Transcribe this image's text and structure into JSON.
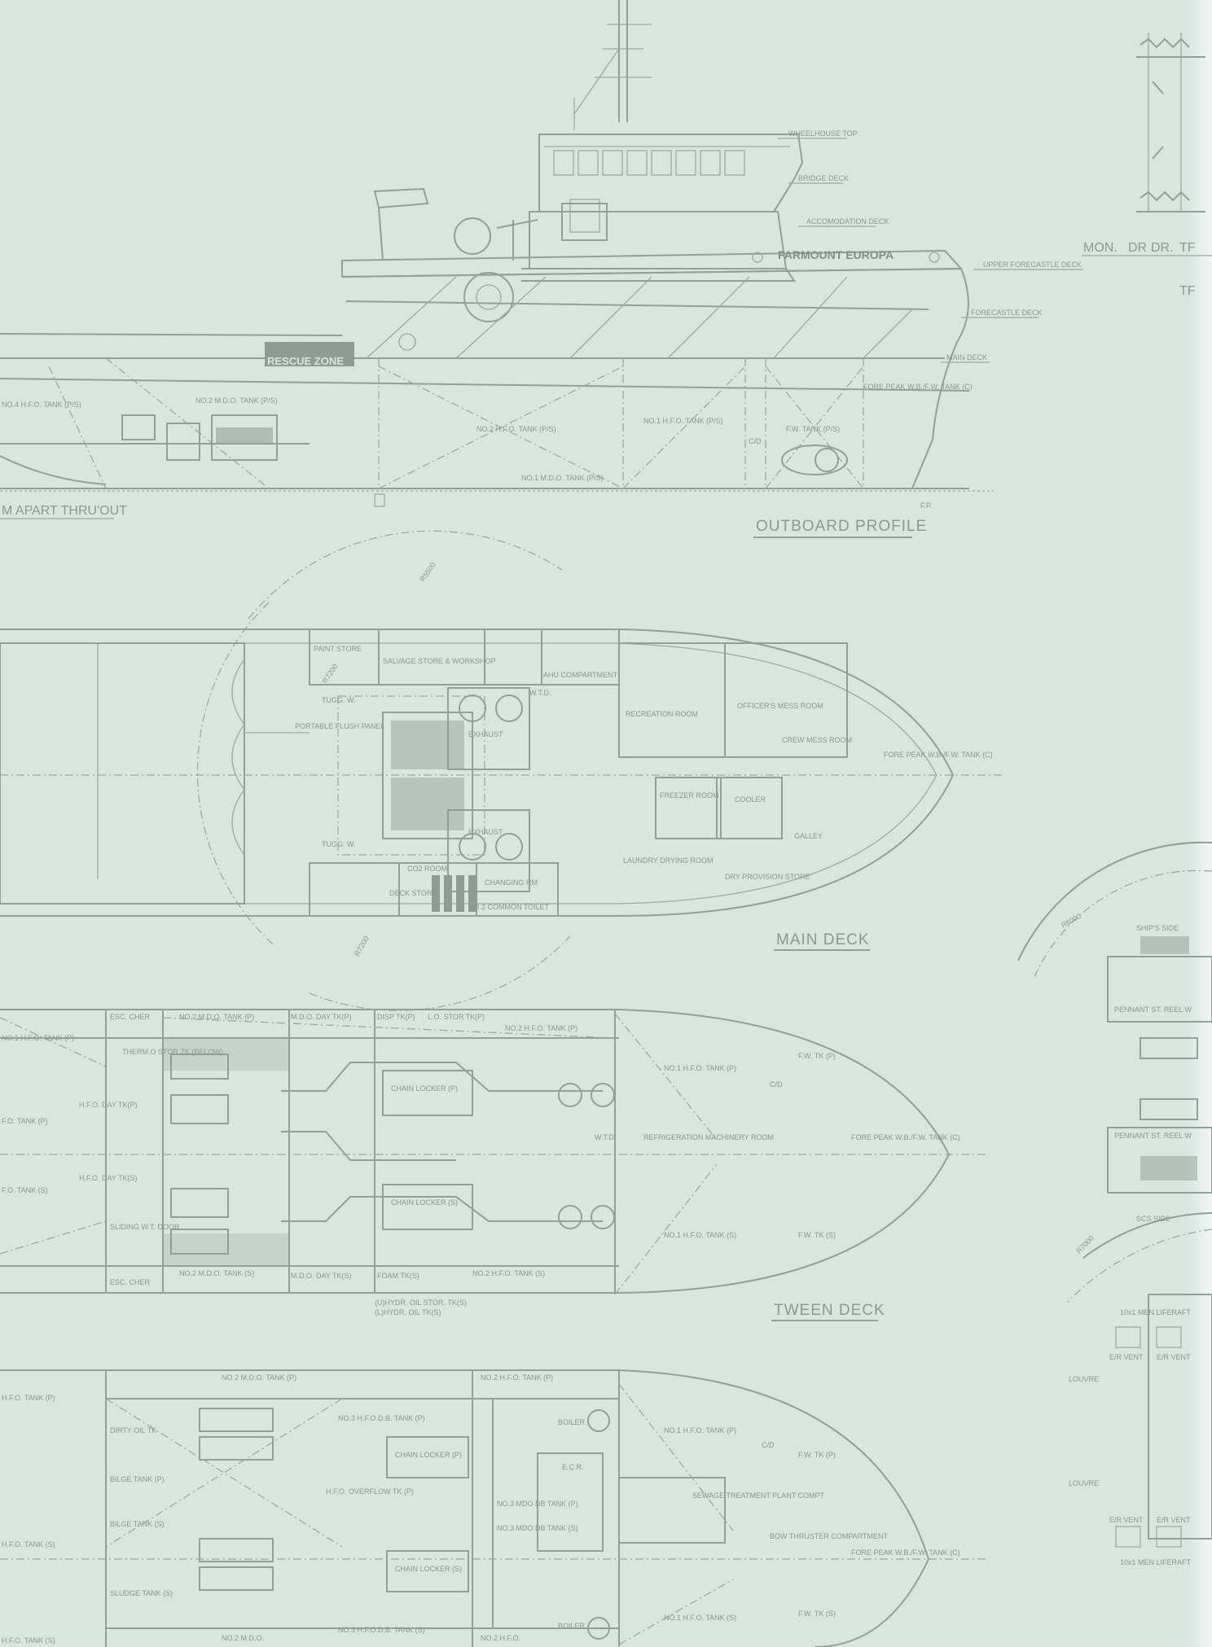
{
  "colors": {
    "paper": "#d7e7e0",
    "ink": "#8fa198"
  },
  "outboard_profile": {
    "title": "OUTBOARD PROFILE",
    "fp_label": "F.P.",
    "spacing_note": "M APART THRU'OUT",
    "vessel_name": "FARMOUNT EUROPA",
    "rescue_zone": "RESCUE ZONE",
    "deck_levels": [
      "WHEELHOUSE TOP",
      "BRIDGE DECK",
      "ACCOMODATION DECK",
      "UPPER FORECASTLE DECK",
      "FORECASTLE DECK",
      "MAIN DECK"
    ],
    "tanks": [
      "NO.4 H.F.O. TANK (P/S)",
      "NO.2 M.D.O. TANK (P/S)",
      "NO.2 H.F.O. TANK (P/S)",
      "NO.1 H.F.O. TANK (P/S)",
      "F.W. TANK (P/S)",
      "FORE PEAK W.B./F.W. TANK (C)",
      "NO.1 M.D.O. TANK (P/S)",
      "C/D"
    ]
  },
  "main_deck": {
    "title": "MAIN DECK",
    "radii": [
      "R7200",
      "R5500",
      "R7200"
    ],
    "rooms": [
      "PAINT STORE",
      "SALVAGE STORE & WORKSHOP",
      "AHU COMPARTMENT",
      "TUGG. W.",
      "PORTABLE FLUSH PANEL",
      "TUGG. W.",
      "W.T.D.",
      "EXHAUST",
      "EXHAUST",
      "RECREATION ROOM",
      "OFFICER'S MESS ROOM",
      "CREW MESS ROOM",
      "FREEZER ROOM",
      "COOLER",
      "GALLEY",
      "LAUNDRY DRYING ROOM",
      "DRY PROVISION STORE",
      "CO2 ROOM",
      "DECK STORE",
      "CHANGING RM",
      "NO.2 COMMON TOILET",
      "FORE PEAK W.B./F.W. TANK (C)"
    ]
  },
  "tween_deck": {
    "title": "TWEEN DECK",
    "rooms": [
      "ESC. CHER",
      "NO.2 M.D.O. TANK (P)",
      "M.D.O. DAY TK(P)",
      "DISP TK(P)",
      "L.O. STOR TK(P)",
      "NO.2 H.F.O. TANK (P)",
      "NO.1 H.F.O. TANK (P)",
      "THERM.O STOR.TK (BELOW)",
      "H.F.O. DAY TK(P)",
      "H.F.O. DAY TK(S)",
      "F.O. TANK (P)",
      "F.O. TANK (S)",
      "CHAIN LOCKER (P)",
      "CHAIN LOCKER (S)",
      "SLIDING W.T. DOOR",
      "ESC. CHER",
      "NO.2 M.D.O. TANK (S)",
      "M.D.O. DAY TK(S)",
      "FOAM TK(S)",
      "NO.2 H.F.O. TANK (S)",
      "(U)HYDR. OIL STOR. TK(S)",
      "(L)HYDR. OIL TK(S)",
      "NO.1 H.F.O. TANK (P)",
      "NO.1 H.F.O. TANK (S)",
      "F.W. TK (P)",
      "F.W. TK (S)",
      "REFRIGERATION MACHINERY ROOM",
      "FORE PEAK W.B./F.W. TANK (C)",
      "C/D",
      "W.T.D."
    ]
  },
  "lower_deck": {
    "rooms": [
      "NO.2 M.D.O. TANK (P)",
      "NO.2 H.F.O. TANK (P)",
      "H.F.O. TANK (P)",
      "DIRTY OIL TK",
      "BILGE TANK (P)",
      "BILGE TANK (S)",
      "SLUDGE TANK (S)",
      "NO.3 H.F.O.D.B. TANK (P)",
      "NO.3 H.F.O.D.B. TANK (S)",
      "H.F.O. OVERFLOW TK (P)",
      "CHAIN LOCKER (P)",
      "CHAIN LOCKER (S)",
      "NO.3 MDO DB TANK (P)",
      "NO.3 MDO DB TANK (S)",
      "BOILER",
      "BOILER",
      "E.C.R.",
      "NO.1 H.F.O. TANK (P)",
      "NO.1 H.F.O. TANK (S)",
      "F.W. TK (P)",
      "F.W. TK (S)",
      "SEWAGE TREATMENT PLANT COMPT",
      "BOW THRUSTER COMPARTMENT",
      "FORE PEAK W.B./F.W. TANK (C)",
      "C/D",
      "H.F.O. TANK (S)",
      "NO.2 M.D.O.",
      "NO.2 H.F.O.",
      "H.F.O. TANK (S)"
    ]
  },
  "side_detail": {
    "labels": [
      "R6000",
      "SHIP'S SIDE",
      "PENNANT ST. REEL W",
      "PENNANT ST. REEL W",
      "SCS SIDE",
      "R7000",
      "10x1 MEN LIFERAFT",
      "10x1 MEN LIFERAFT",
      "LOUVRE",
      "LOUVRE",
      "E/R VENT",
      "E/R VENT",
      "E/R VENT",
      "E/R VENT"
    ]
  },
  "legend": {
    "headers": [
      "MON.",
      "DR",
      "DR.",
      "TF",
      "TF"
    ]
  }
}
